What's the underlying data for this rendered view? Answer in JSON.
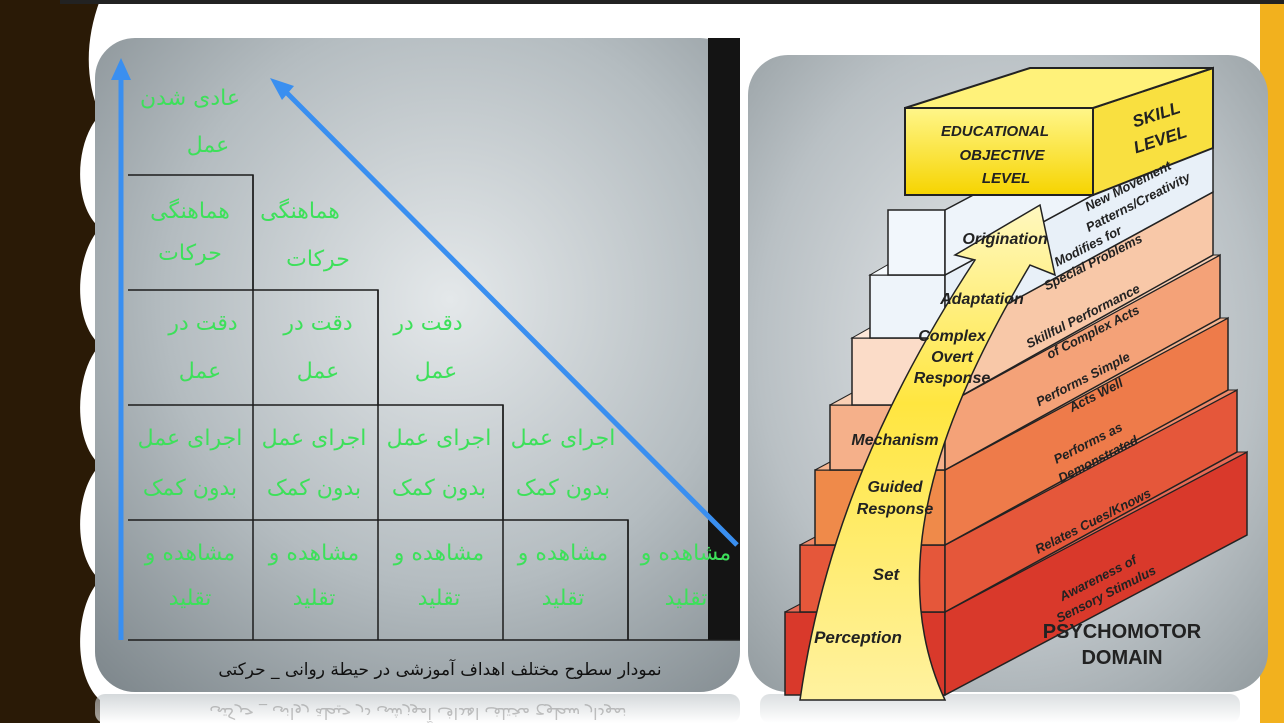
{
  "slide": {
    "colors": {
      "left_bar": "#2a1a06",
      "right_bar": "#f2b11e",
      "text_green": "#3de05a",
      "arrow_blue": "#3a8ff0",
      "grid_line": "#1c1c1c"
    }
  },
  "left_diagram": {
    "caption": "نمودار سطوح مختلف اهداف آموزشی در حیطة روانی _ حرکتی",
    "top_label_1": "عادی شدن",
    "top_label_2": "عمل",
    "rows": [
      {
        "cells": [
          [
            "هماهنگی",
            "حرکات"
          ],
          [
            "هماهنگی",
            "حرکات"
          ]
        ]
      },
      {
        "cells": [
          [
            "دقت در",
            "عمل"
          ],
          [
            "دقت در",
            "عمل"
          ],
          [
            "دقت در",
            "عمل"
          ]
        ]
      },
      {
        "cells": [
          [
            "اجرای عمل",
            "بدون کمک"
          ],
          [
            "اجرای عمل",
            "بدون کمک"
          ],
          [
            "اجرای عمل",
            "بدون کمک"
          ],
          [
            "اجرای عمل",
            "بدون کمک"
          ]
        ]
      },
      {
        "cells": [
          [
            "مشاهده و",
            "تقلید"
          ],
          [
            "مشاهده و",
            "تقلید"
          ],
          [
            "مشاهده و",
            "تقلید"
          ],
          [
            "مشاهده و",
            "تقلید"
          ],
          [
            "مشاهده و",
            "تقلید"
          ]
        ]
      }
    ]
  },
  "right_diagram": {
    "header_left_1": "EDUCATIONAL",
    "header_left_2": "OBJECTIVE",
    "header_left_3": "LEVEL",
    "header_right_1": "SKILL",
    "header_right_2": "LEVEL",
    "steps": [
      {
        "label": "Perception",
        "skill": [
          "Awareness of",
          "Sensory Stimulus"
        ]
      },
      {
        "label": "Set",
        "skill": [
          "Relates Cues/Knows"
        ]
      },
      {
        "label": [
          "Guided",
          "Response"
        ],
        "skill": [
          "Performs as",
          "Demonstrated"
        ]
      },
      {
        "label": "Mechanism",
        "skill": [
          "Performs Simple",
          "Acts Well"
        ]
      },
      {
        "label": [
          "Complex",
          "Overt",
          "Response"
        ],
        "skill": [
          "Skillful Performance",
          "of Complex Acts"
        ]
      },
      {
        "label": "Adaptation",
        "skill": [
          "Modifies for",
          "Special Problems"
        ]
      },
      {
        "label": "Origination",
        "skill": [
          "New Movement",
          "Patterns/Creativity"
        ]
      }
    ],
    "footer_1": "PSYCHOMOTOR",
    "footer_2": "DOMAIN"
  }
}
